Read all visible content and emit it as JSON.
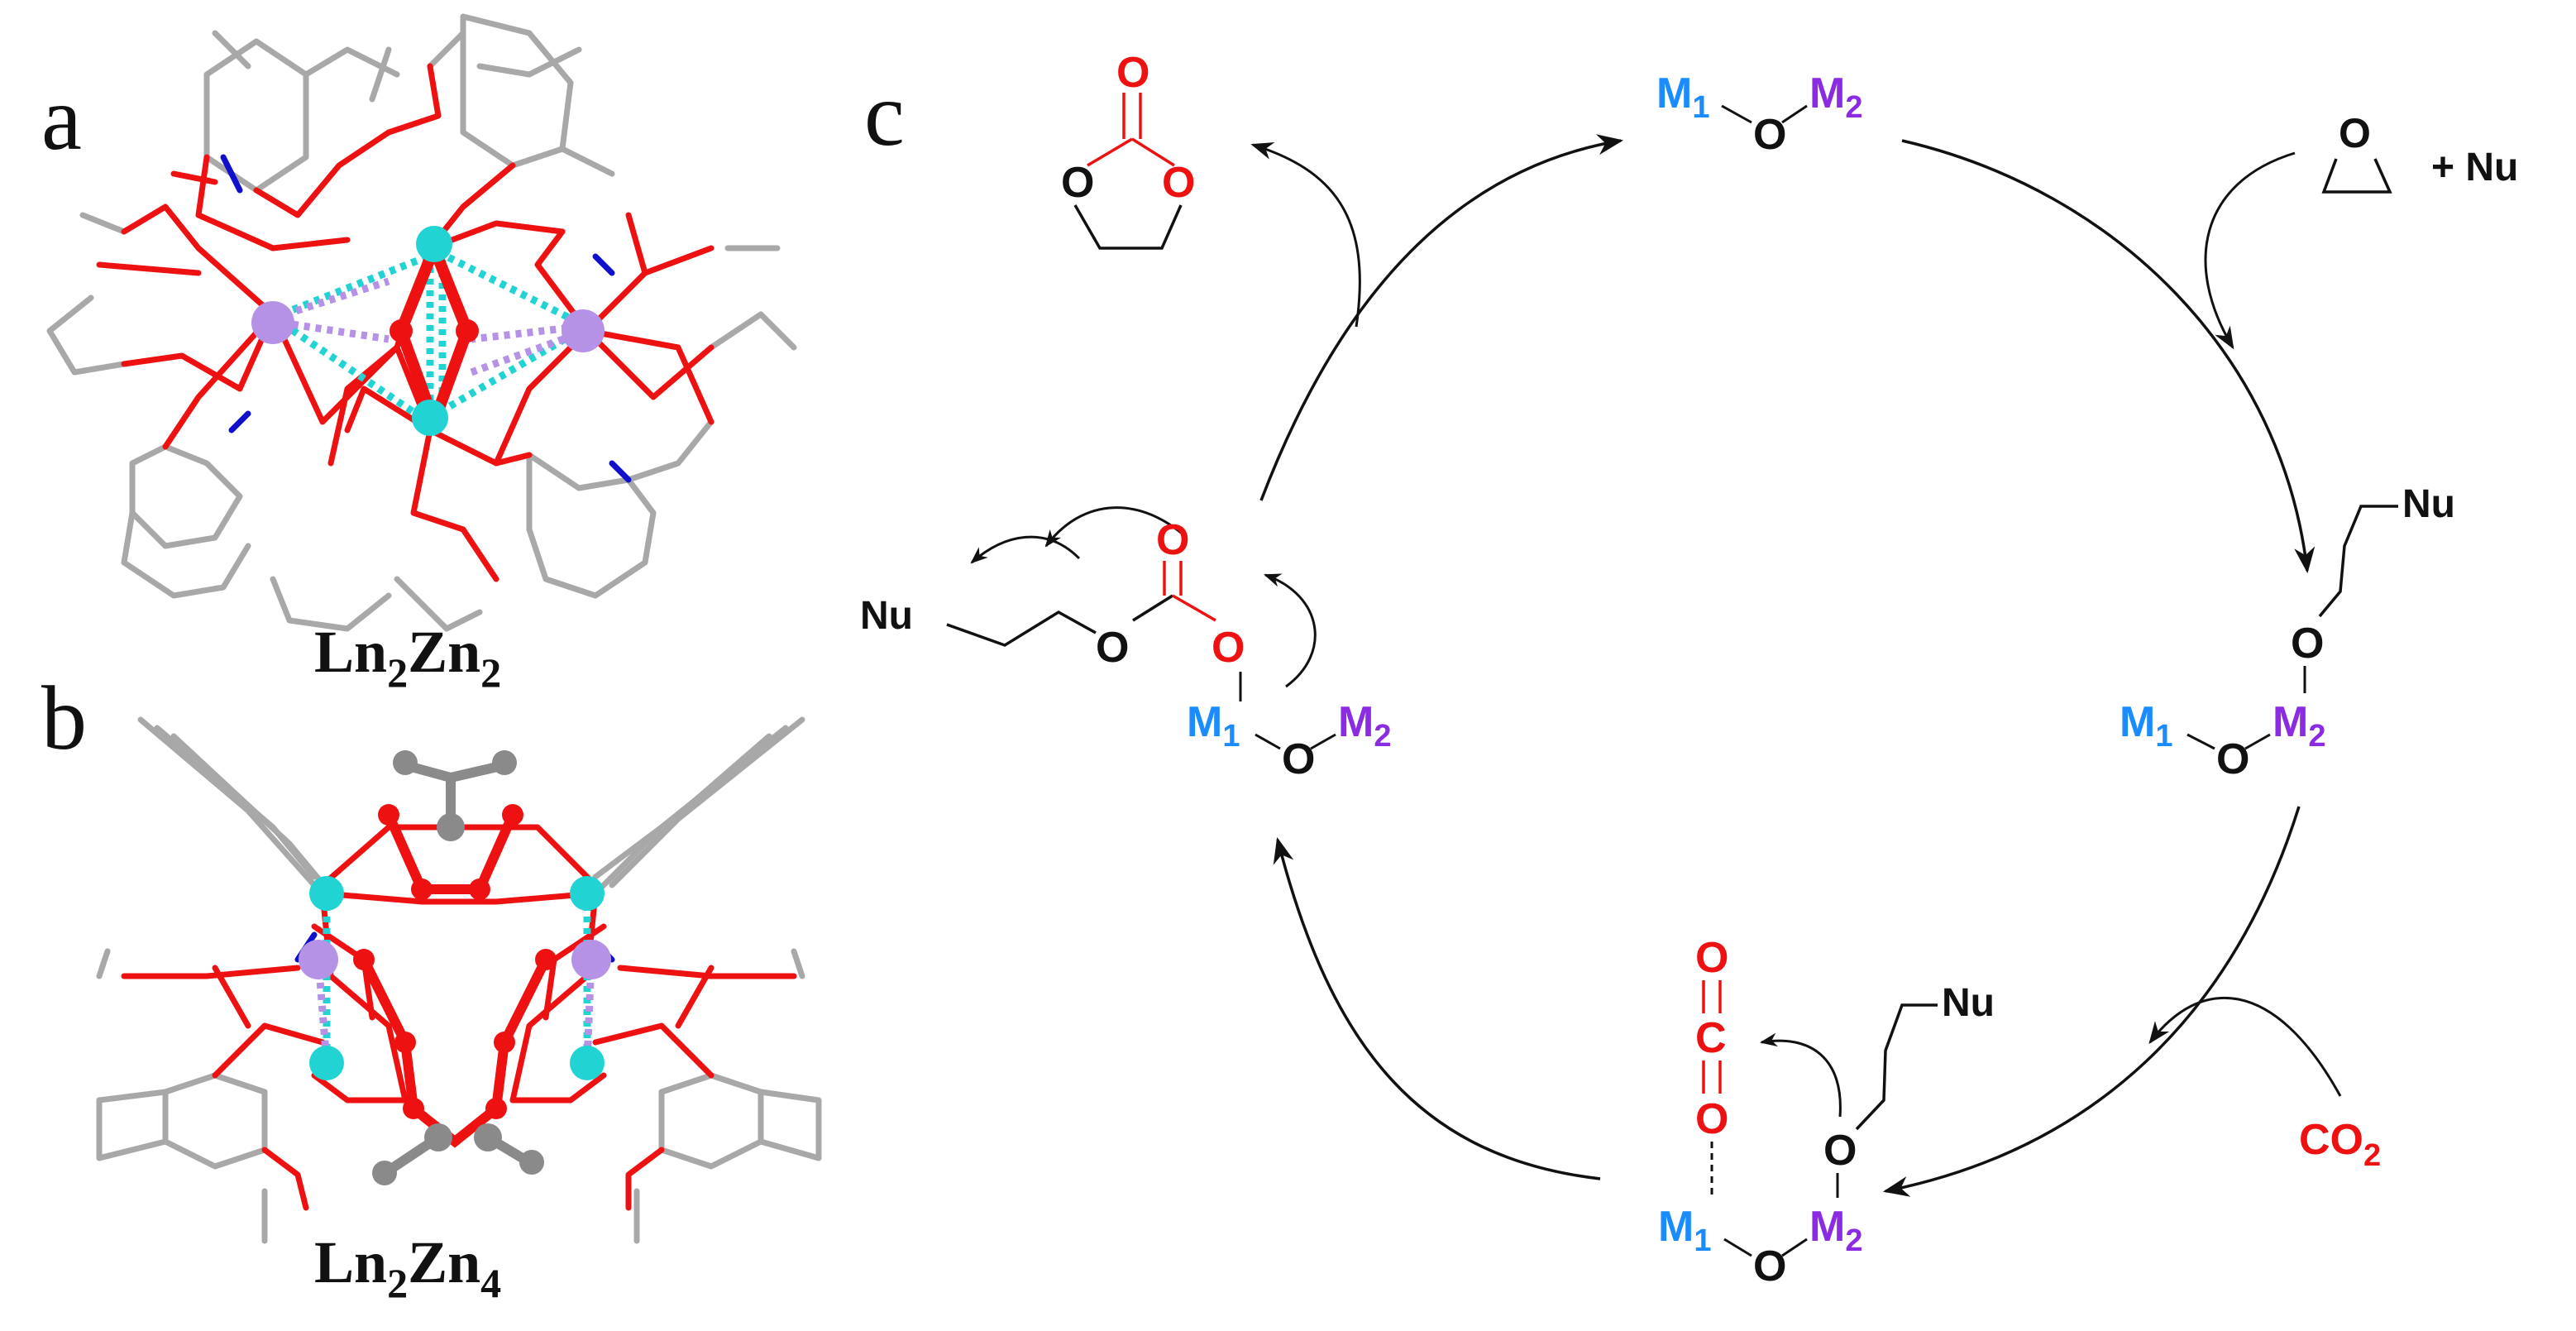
{
  "panels": {
    "a": {
      "letter": "a",
      "caption_main": "Ln",
      "caption_sub1": "2",
      "caption_mid": "Zn",
      "caption_sub2": "2"
    },
    "b": {
      "letter": "b",
      "caption_main": "Ln",
      "caption_sub1": "2",
      "caption_mid": "Zn",
      "caption_sub2": "4"
    },
    "c": {
      "letter": "c"
    }
  },
  "cycle": {
    "atoms": {
      "M": "M",
      "sub1": "1",
      "sub2": "2",
      "O": "O",
      "C": "C",
      "Nu": "Nu",
      "plus_nu": "+ Nu",
      "co2_main": "CO",
      "co2_sub": "2"
    }
  },
  "colors": {
    "black": "#111111",
    "red": "#ee1111",
    "blue": "#1a8cff",
    "purple": "#8b2be2",
    "cyan": "#22d3d3",
    "lavender": "#b592e6",
    "navy": "#1010cc",
    "gray": "#8a8a8a",
    "bond_gray": "#a8a8a8"
  }
}
